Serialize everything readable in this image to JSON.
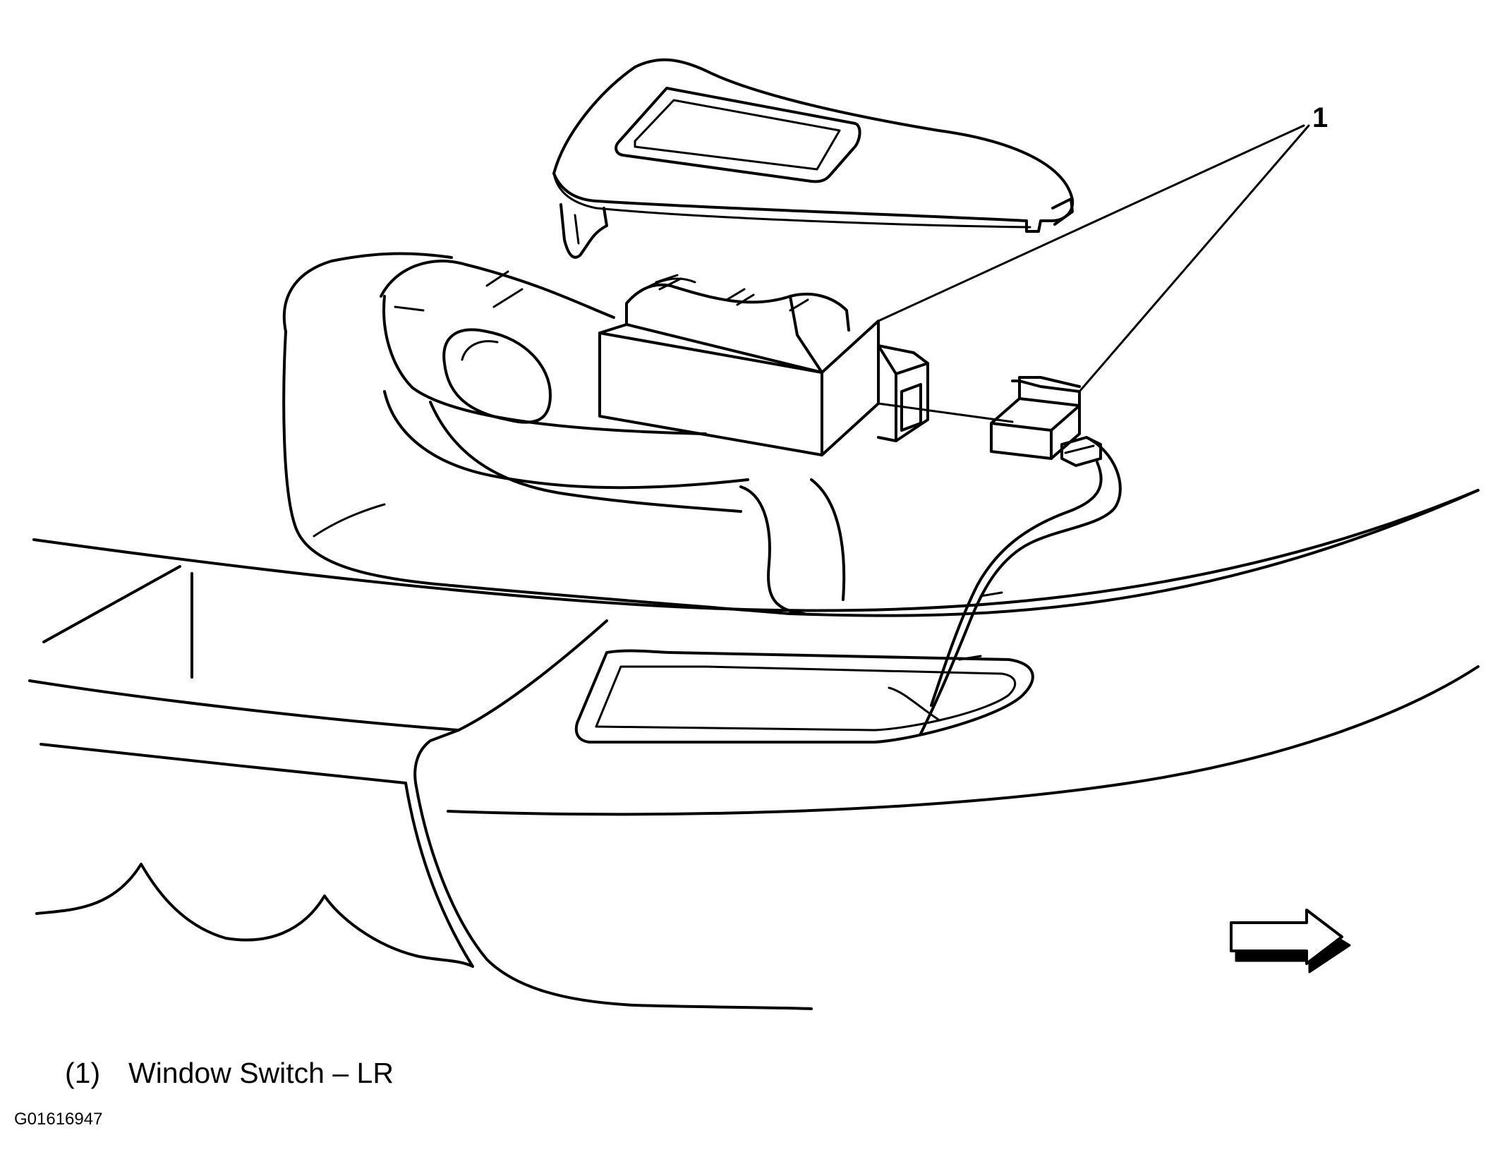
{
  "callout": {
    "number": "1"
  },
  "legend": [
    {
      "number": "(1)",
      "description": "Window Switch – LR"
    }
  ],
  "figure_id": "G01616947",
  "icons": {
    "direction_arrow": "right-arrow-icon"
  },
  "colors": {
    "line": "#000000",
    "background": "#ffffff"
  }
}
